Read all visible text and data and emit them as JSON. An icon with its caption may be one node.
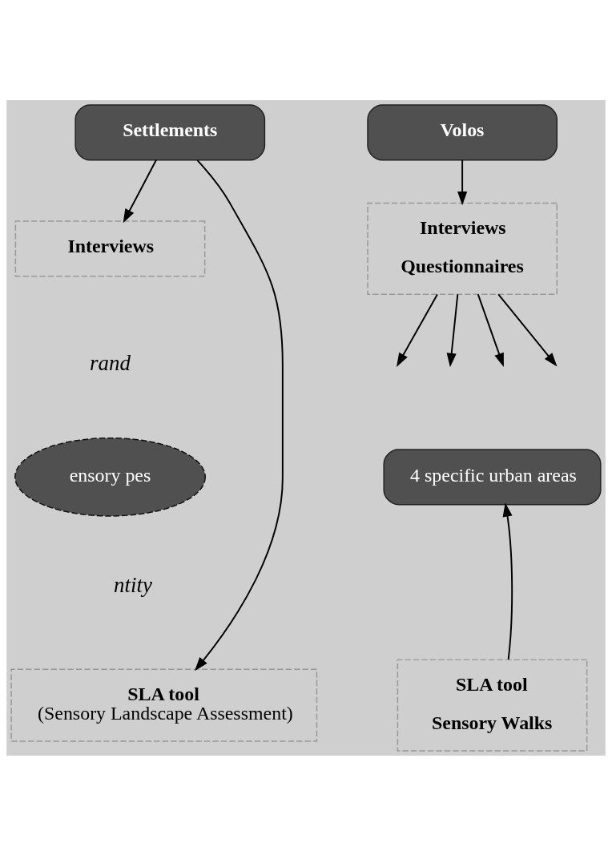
{
  "diagram": {
    "nodes": [
      {
        "text": [
          "Settlements"
        ]
      },
      {
        "text": [
          "Volos"
        ]
      },
      {
        "text": [
          "Interviews"
        ]
      },
      {
        "text": [
          "Interviews",
          "Questionnaires"
        ]
      },
      {
        "text": [
          "ensory pes"
        ],
        "beside": [
          "rand",
          "ntity"
        ]
      },
      {
        "text": [
          "4 specific urban areas"
        ]
      },
      {
        "text": [
          "SLA tool",
          "(Sensory Landscape Assessment)"
        ]
      },
      {
        "text": [
          "SLA tool",
          "Sensory Walks"
        ]
      }
    ],
    "edges": [
      {
        "from": 0,
        "to": 2,
        "arrow": "to"
      },
      {
        "from": 0,
        "to": 6,
        "arrow": "to"
      },
      {
        "from": 1,
        "to": 3,
        "arrow": "to"
      },
      {
        "from": 3,
        "to": null,
        "arrow": "to"
      },
      {
        "from": 3,
        "to": null,
        "arrow": "to"
      },
      {
        "from": 3,
        "to": null,
        "arrow": "to"
      },
      {
        "from": 3,
        "to": null,
        "arrow": "to"
      },
      {
        "from": 7,
        "to": 5,
        "arrow": "to"
      }
    ]
  }
}
